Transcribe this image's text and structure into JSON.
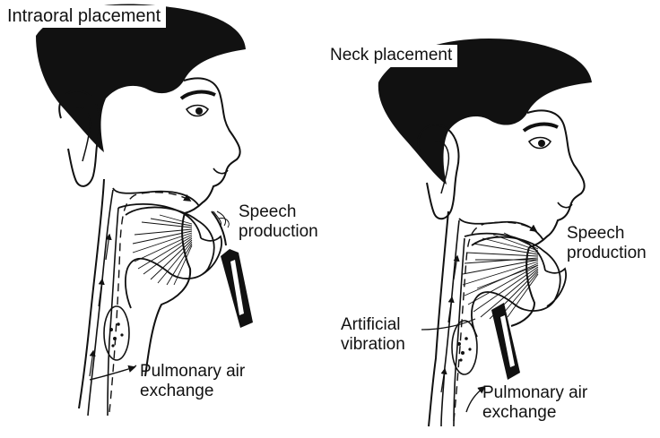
{
  "panels": [
    {
      "id": "intraoral",
      "title": "Intraoral placement",
      "labels": {
        "speech_line1": "Speech",
        "speech_line2": "production",
        "pulmonary_line1": "Pulmonary air",
        "pulmonary_line2": "exchange"
      }
    },
    {
      "id": "neck",
      "title": "Neck placement",
      "labels": {
        "speech_line1": "Speech",
        "speech_line2": "production",
        "vibration_line1": "Artificial",
        "vibration_line2": "vibration",
        "pulmonary_line1": "Pulmonary air",
        "pulmonary_line2": "exchange"
      }
    }
  ],
  "colors": {
    "ink": "#111111",
    "paper": "#ffffff",
    "hair": "#0d0d0d"
  }
}
